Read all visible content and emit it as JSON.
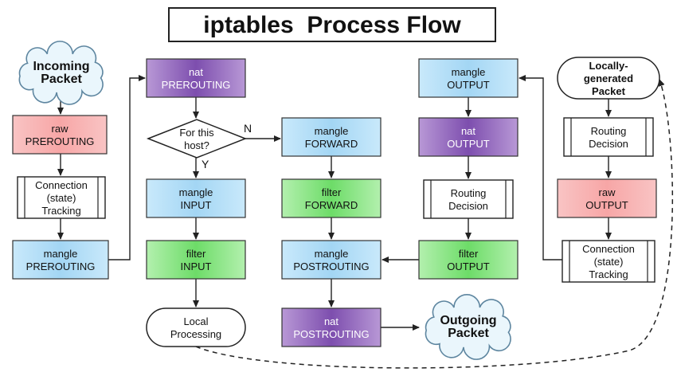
{
  "title": "iptables  Process Flow",
  "labels": {
    "yes": "Y",
    "no": "N"
  },
  "colors": {
    "raw": "#f6a8a8",
    "mangle": "#a9d8f3",
    "nat": "#8e5fb7",
    "filter": "#7ee27a",
    "process": "#ffffff",
    "arrow": "#222222"
  },
  "nodes": {
    "incoming_packet": [
      "Incoming",
      "Packet"
    ],
    "raw_prerouting": [
      "raw",
      "PREROUTING"
    ],
    "conn_tracking_in": [
      "Connection",
      "(state)",
      "Tracking"
    ],
    "mangle_prerouting": [
      "mangle",
      "PREROUTING"
    ],
    "nat_prerouting": [
      "nat",
      "PREROUTING"
    ],
    "for_this_host": [
      "For this",
      "host?"
    ],
    "mangle_input": [
      "mangle",
      "INPUT"
    ],
    "filter_input": [
      "filter",
      "INPUT"
    ],
    "local_processing": [
      "Local",
      "Processing"
    ],
    "mangle_forward": [
      "mangle",
      "FORWARD"
    ],
    "filter_forward": [
      "filter",
      "FORWARD"
    ],
    "mangle_postrouting": [
      "mangle",
      "POSTROUTING"
    ],
    "nat_postrouting": [
      "nat",
      "POSTROUTING"
    ],
    "outgoing_packet": [
      "Outgoing",
      "Packet"
    ],
    "mangle_output": [
      "mangle",
      "OUTPUT"
    ],
    "nat_output": [
      "nat",
      "OUTPUT"
    ],
    "routing_decision_mid": [
      "Routing",
      "Decision"
    ],
    "filter_output": [
      "filter",
      "OUTPUT"
    ],
    "locally_generated": [
      "Locally-",
      "generated",
      "Packet"
    ],
    "routing_decision_right": [
      "Routing",
      "Decision"
    ],
    "raw_output": [
      "raw",
      "OUTPUT"
    ],
    "conn_tracking_out": [
      "Connection",
      "(state)",
      "Tracking"
    ]
  }
}
